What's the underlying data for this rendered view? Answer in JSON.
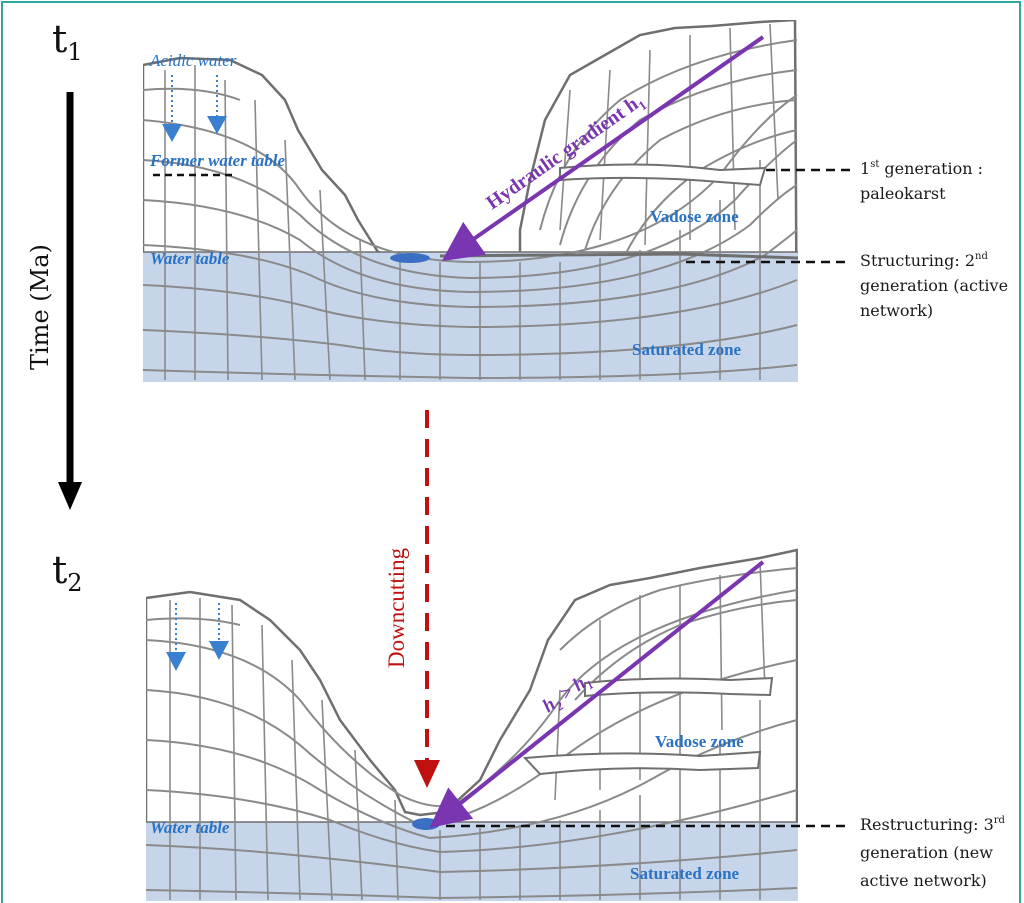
{
  "time": {
    "t1_base": "t",
    "t1_sub": "1",
    "t2_base": "t",
    "t2_sub": "2",
    "axis_label": "Time (Ma)"
  },
  "top": {
    "acidic_water": "Acidic water",
    "former_water_table": "Former water table",
    "water_table": "Water table",
    "vadose_zone": "Vadose zone",
    "saturated_zone": "Saturated zone",
    "gradient_label": "Hydraulic gradient h",
    "gradient_sub": "1"
  },
  "middle": {
    "downcutting": "Downcutting"
  },
  "bottom": {
    "water_table": "Water table",
    "vadose_zone": "Vadose zone",
    "saturated_zone": "Saturated zone",
    "gradient_h2": "h",
    "gradient_h2_sub": "2",
    "gradient_gt": " > h",
    "gradient_h1_sub": "1"
  },
  "annotations": {
    "gen1_line1_num": "1",
    "gen1_line1_sup": "st",
    "gen1_line1_rest": " generation :",
    "gen1_line2": "paleokarst",
    "gen2_line1_pre": "Structuring: 2",
    "gen2_line1_sup": "nd",
    "gen2_line2": "generation (active",
    "gen2_line3": "network)",
    "gen3_line1_pre": "Restructuring: 3",
    "gen3_line1_sup": "rd",
    "gen3_line2": "generation (new",
    "gen3_line3": "active network)"
  },
  "colors": {
    "water": "#c6d5ea",
    "rock_line": "#7d7d7d",
    "blue_label": "#2a72c4",
    "purple": "#7a35b0",
    "red": "#c01010",
    "frame": "#2ea8a0"
  }
}
